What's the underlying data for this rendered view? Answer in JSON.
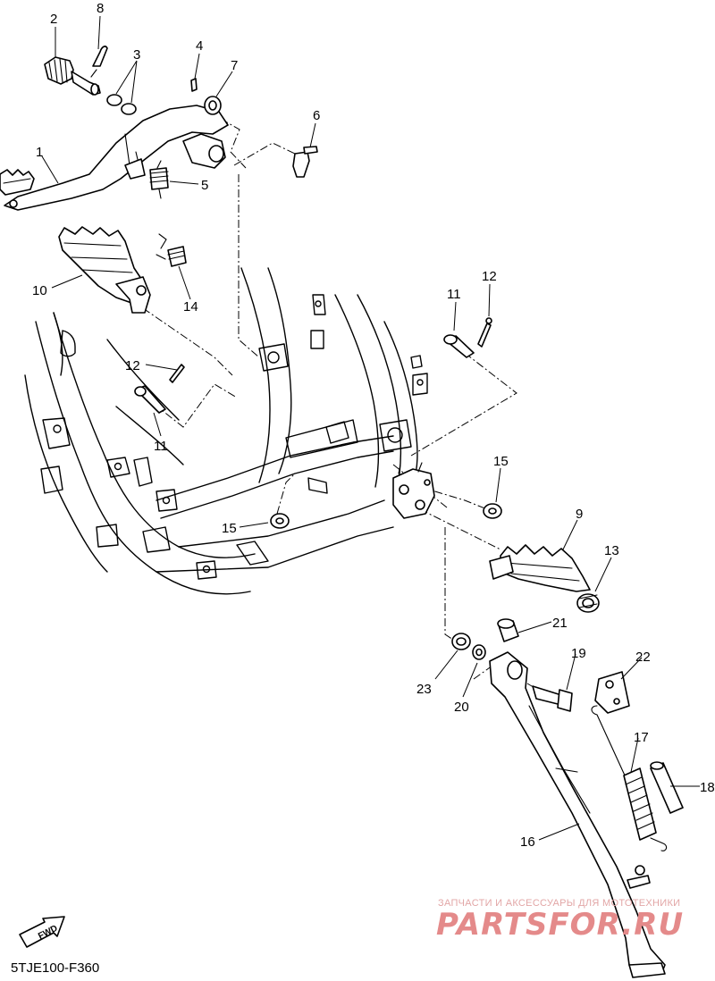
{
  "diagram_code": "5TJE100-F360",
  "fwd_label": "FWD",
  "watermark": {
    "tagline": "ЗАПЧАСТИ И АКСЕССУАРЫ ДЛЯ МОТОТЕХНИКИ",
    "brand": "PARTSFOR.RU"
  },
  "callouts": {
    "c1": "1",
    "c2": "2",
    "c3": "3",
    "c4": "4",
    "c5": "5",
    "c6": "6",
    "c7": "7",
    "c8": "8",
    "c9": "9",
    "c10": "10",
    "c11a": "11",
    "c11b": "11",
    "c12a": "12",
    "c12b": "12",
    "c13": "13",
    "c14": "14",
    "c15a": "15",
    "c15b": "15",
    "c16": "16",
    "c17": "17",
    "c18": "18",
    "c19": "19",
    "c20": "20",
    "c21": "21",
    "c22": "22",
    "c23": "23"
  }
}
